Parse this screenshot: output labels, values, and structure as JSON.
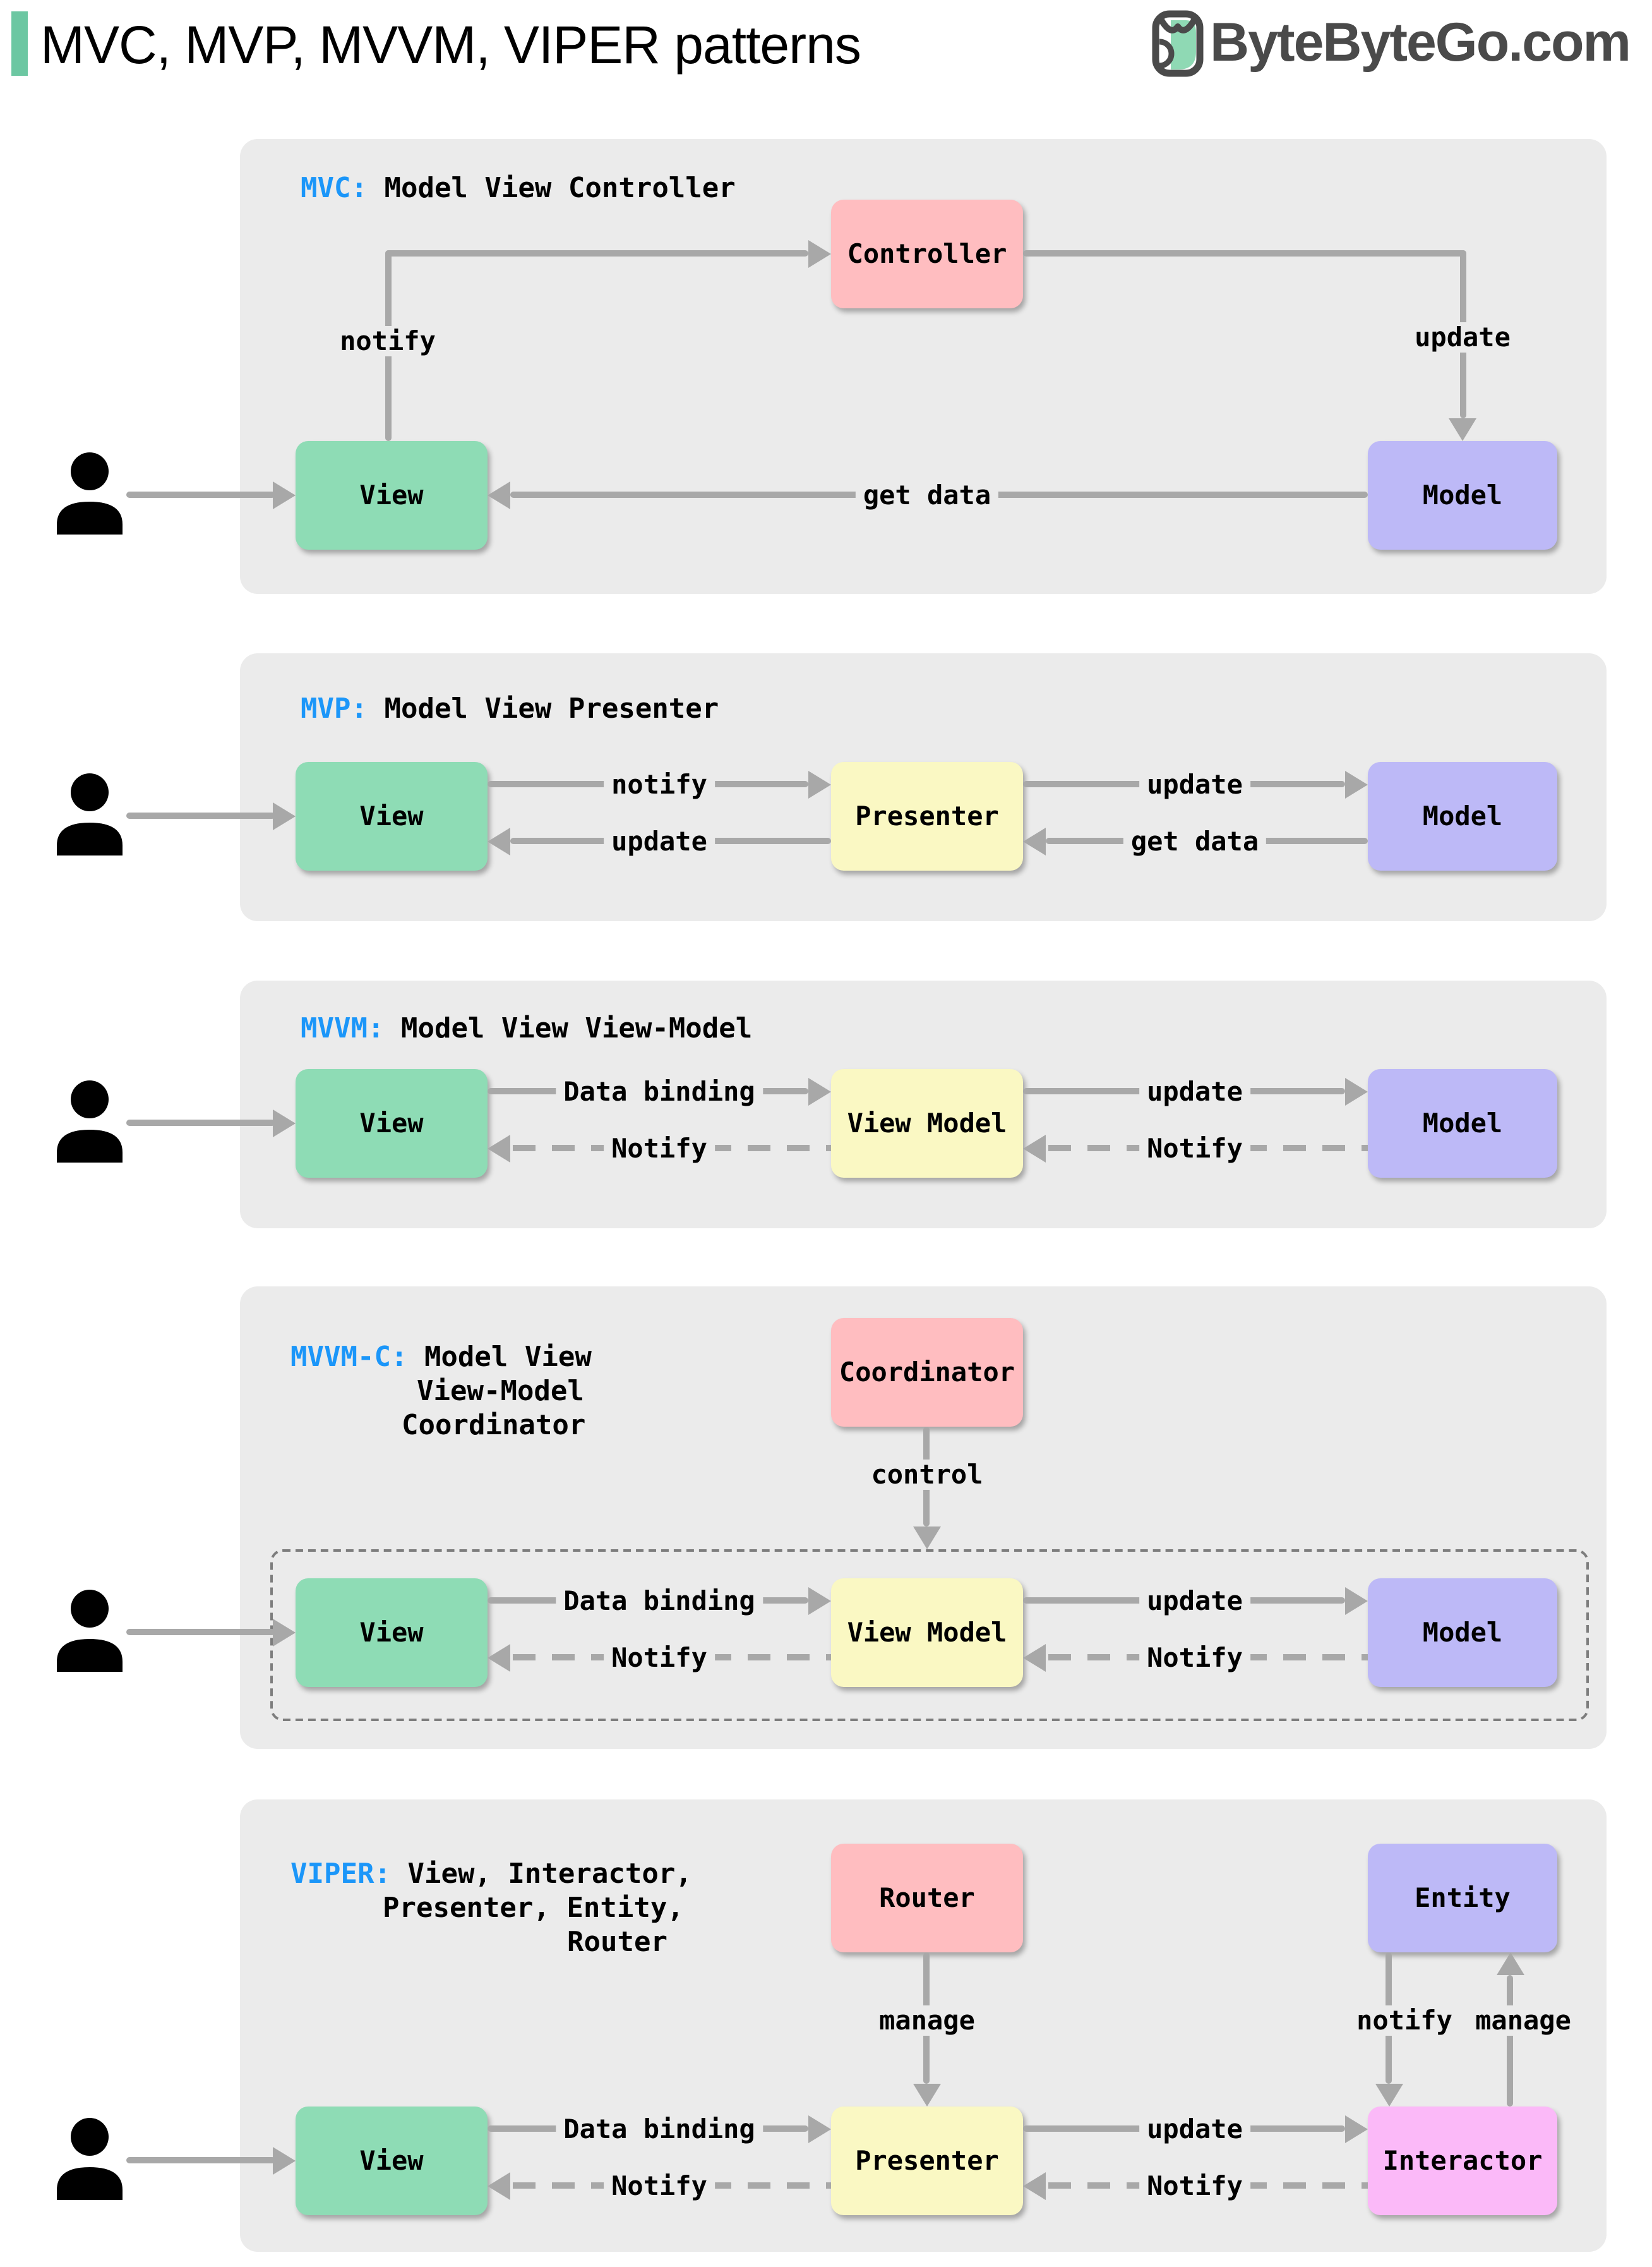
{
  "header": {
    "title": "MVC, MVP, MVVM, VIPER patterns",
    "brand": "ByteByteGo.com"
  },
  "colors": {
    "accent_blue": "#1B96F9",
    "panel_bg": "#EBEBEB",
    "box_green": "#8EDCB5",
    "box_pink": "#FFBDC0",
    "box_purple": "#BDB9F7",
    "box_yellow": "#FAF8C3",
    "box_magenta": "#FBB9F8",
    "arrow_gray": "#A8A8A8",
    "brand_green": "#8FD9B4",
    "brand_dark": "#4A4A4A",
    "header_bar_green": "#6CC7A2"
  },
  "panels": {
    "mvc": {
      "tag": "MVC:",
      "desc": "Model View Controller",
      "boxes": {
        "controller": "Controller",
        "view": "View",
        "model": "Model"
      },
      "labels": {
        "notify": "notify",
        "update": "update",
        "get_data": "get data"
      }
    },
    "mvp": {
      "tag": "MVP:",
      "desc": "Model View Presenter",
      "boxes": {
        "view": "View",
        "presenter": "Presenter",
        "model": "Model"
      },
      "labels": {
        "notify": "notify",
        "update_left": "update",
        "update_right": "update",
        "get_data": "get data"
      }
    },
    "mvvm": {
      "tag": "MVVM:",
      "desc": "Model View View-Model",
      "boxes": {
        "view": "View",
        "view_model": "View Model",
        "model": "Model"
      },
      "labels": {
        "data_binding": "Data binding",
        "notify_left": "Notify",
        "update": "update",
        "notify_right": "Notify"
      }
    },
    "mvvmc": {
      "tag": "MVVM-C:",
      "desc1": "Model View",
      "desc2": "View-Model",
      "desc3": "Coordinator",
      "boxes": {
        "coordinator": "Coordinator",
        "view": "View",
        "view_model": "View Model",
        "model": "Model"
      },
      "labels": {
        "control": "control",
        "data_binding": "Data binding",
        "notify_left": "Notify",
        "update": "update",
        "notify_right": "Notify"
      }
    },
    "viper": {
      "tag": "VIPER:",
      "desc1": "View, Interactor,",
      "desc2": "Presenter, Entity,",
      "desc3": "Router",
      "boxes": {
        "router": "Router",
        "entity": "Entity",
        "view": "View",
        "presenter": "Presenter",
        "interactor": "Interactor"
      },
      "labels": {
        "manage_router": "manage",
        "notify_entity": "notify",
        "manage_entity": "manage",
        "data_binding": "Data binding",
        "notify_left": "Notify",
        "update": "update",
        "notify_right": "Notify"
      }
    }
  }
}
